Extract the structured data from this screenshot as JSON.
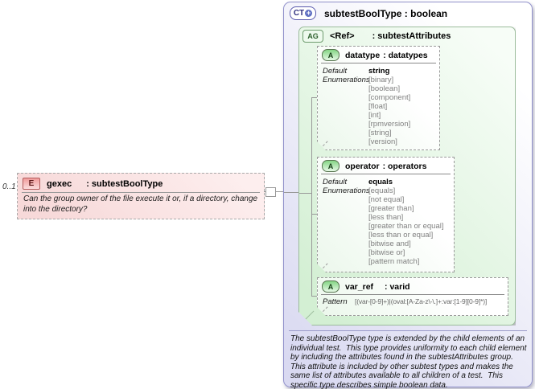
{
  "colors": {
    "ct_border": "#9191cb",
    "ct_fill": "#d9d9f1",
    "group_border": "#9cbc9c",
    "group_fill": "#d3efd3",
    "element_fill": "#f7d9d9",
    "element_badge_border": "#b25b5b",
    "connector": "#999999"
  },
  "cardinality_label": "0..1",
  "element": {
    "badge": "E",
    "name": "gexec",
    "type": ": subtestBoolType",
    "annotation": "Can the group owner of the file execute it or, if a directory, change into the directory?"
  },
  "ct": {
    "badge": "CT",
    "plus_glyph": "+",
    "title": "subtestBoolType : boolean",
    "ag": {
      "badge": "AG",
      "name": "<Ref>",
      "type": ": subtestAttributes"
    },
    "attrs": {
      "datatype": {
        "badge": "A",
        "name": "datatype",
        "type": ": datatypes",
        "default_label": "Default",
        "default_value": "string",
        "enumerations_label": "Enumerations",
        "enums": [
          "[binary]",
          "[boolean]",
          "[component]",
          "[float]",
          "[int]",
          "[rpmversion]",
          "[string]",
          "[version]"
        ]
      },
      "operator": {
        "badge": "A",
        "name": "operator",
        "type": ": operators",
        "default_label": "Default",
        "default_value": "equals",
        "enumerations_label": "Enumerations",
        "enums": [
          "[equals]",
          "[not equal]",
          "[greater than]",
          "[less than]",
          "[greater than or equal]",
          "[less than or equal]",
          "[bitwise and]",
          "[bitwise or]",
          "[pattern match]"
        ]
      },
      "var_ref": {
        "badge": "A",
        "name": "var_ref",
        "type": ": varid",
        "pattern_label": "Pattern",
        "pattern_value": "[(var-[0-9]+)|(oval:[A-Za-z\\-\\.]+:var:[1-9][0-9]*)]"
      }
    },
    "documentation": "The subtestBoolType type is extended by the child elements of an individual test.  This type provides uniformity to each child element by including the attributes found in the subtestAttributes group.  This attribute is included by other subtest types and makes the same list of attributes available to all children of a test.  This specific type describes simple boolean data."
  }
}
